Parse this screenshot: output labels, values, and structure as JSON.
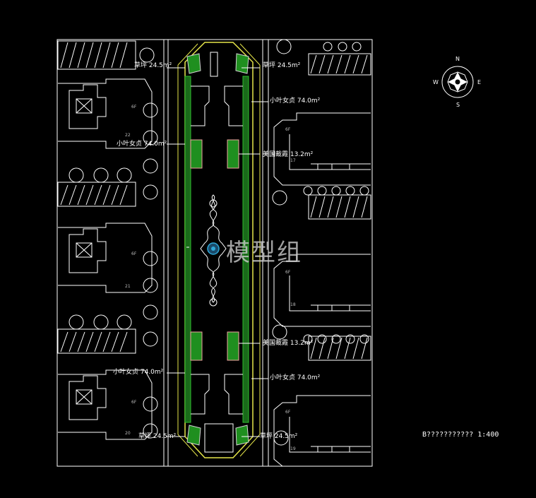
{
  "drawing": {
    "watermark": "模型组",
    "scale_note": "B??????????? 1:400",
    "compass": {
      "n": "N",
      "s": "S",
      "e": "E",
      "w": "W"
    },
    "labels": {
      "lawn_tl": "草坪 24.5m²",
      "lawn_tr": "草坪 24.5m²",
      "privet_right_top": "小叶女贞 74.0m²",
      "privet_left_top": "小叶女贞 74.0m²",
      "canna_top": "美国裁霞 13.2m²",
      "canna_bottom": "美国裁霞 13.2m²",
      "privet_left_bottom": "小叶女贞 74.0m²",
      "privet_right_bottom": "小叶女贞 74.0m²",
      "lawn_bl": "草坪 24.5m²",
      "lawn_br": "草坪 24.5m²"
    },
    "floor_tags": [
      "6F",
      "6F",
      "6F",
      "6F",
      "6F",
      "6F"
    ],
    "building_numbers": [
      "22",
      "17",
      "21",
      "18",
      "20",
      "19"
    ]
  },
  "colors": {
    "background": "#000000",
    "line": "#ffffff",
    "green": "#2fbf2f",
    "yellow": "#e6e64a",
    "pink": "#f0a0a0",
    "cyan": "#2fa8d8"
  }
}
